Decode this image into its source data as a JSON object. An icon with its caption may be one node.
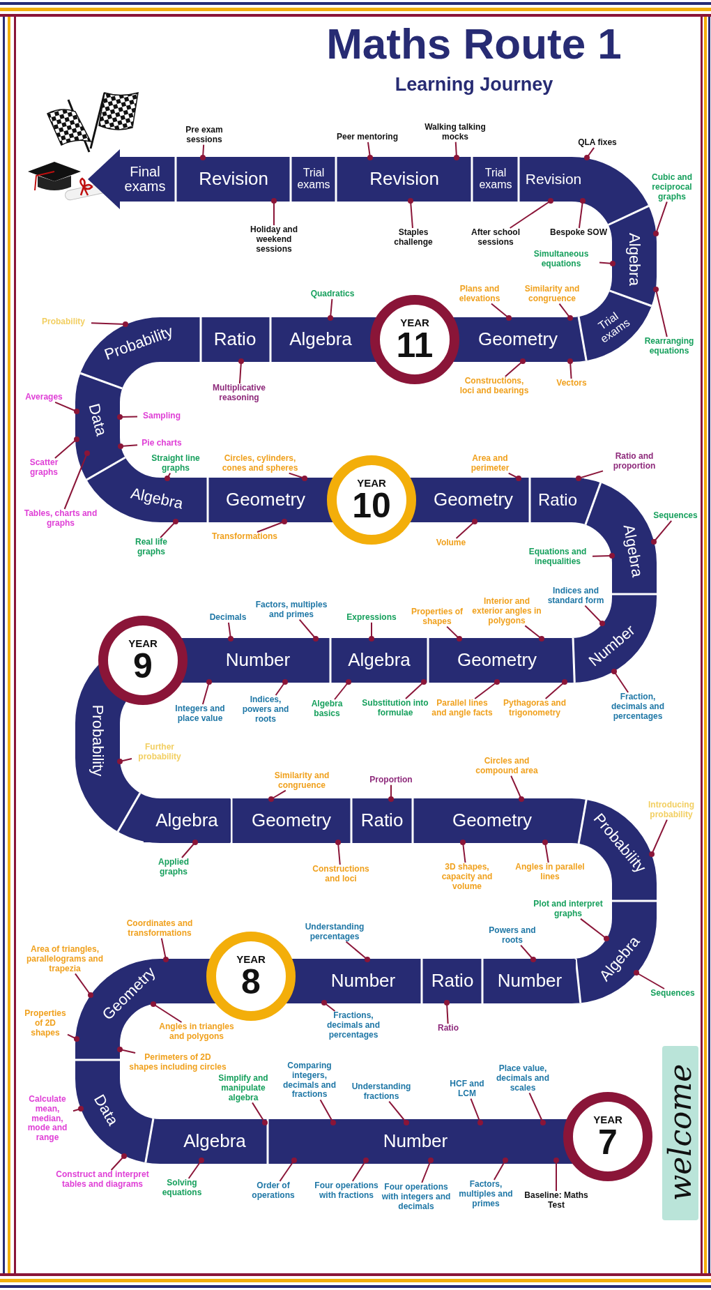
{
  "diagram": {
    "title": "Maths Route 1",
    "nodes": [
      {
        "text": [
          "Final exams"
        ]
      },
      {
        "text": [
          "Revision"
        ]
      },
      {
        "text": [
          "Trial exams"
        ]
      },
      {
        "text": [
          "Revision"
        ]
      },
      {
        "text": [
          "Trial exams"
        ]
      },
      {
        "text": [
          "Revision"
        ]
      },
      {
        "text": [
          "Algebra"
        ]
      },
      {
        "text": [
          "Trial exams"
        ]
      },
      {
        "text": [
          "Geometry"
        ]
      },
      {
        "text": [
          "YEAR",
          "11"
        ]
      },
      {
        "text": [
          "Algebra"
        ]
      },
      {
        "text": [
          "Ratio"
        ]
      },
      {
        "text": [
          "Probability"
        ]
      },
      {
        "text": [
          "Data"
        ]
      },
      {
        "text": [
          "Algebra"
        ]
      },
      {
        "text": [
          "Geometry"
        ]
      },
      {
        "text": [
          "YEAR",
          "10"
        ]
      },
      {
        "text": [
          "Geometry"
        ]
      },
      {
        "text": [
          "Ratio"
        ]
      },
      {
        "text": [
          "Algebra"
        ]
      },
      {
        "text": [
          "Number"
        ]
      },
      {
        "text": [
          "Geometry"
        ]
      },
      {
        "text": [
          "Algebra"
        ]
      },
      {
        "text": [
          "Number"
        ]
      },
      {
        "text": [
          "YEAR",
          "9"
        ]
      },
      {
        "text": [
          "Probability"
        ]
      },
      {
        "text": [
          "Algebra"
        ]
      },
      {
        "text": [
          "Geometry"
        ]
      },
      {
        "text": [
          "Ratio"
        ]
      },
      {
        "text": [
          "Geometry"
        ]
      },
      {
        "text": [
          "Probability"
        ]
      },
      {
        "text": [
          "Algebra"
        ]
      },
      {
        "text": [
          "Number"
        ]
      },
      {
        "text": [
          "Ratio"
        ]
      },
      {
        "text": [
          "Number"
        ]
      },
      {
        "text": [
          "YEAR",
          "8"
        ]
      },
      {
        "text": [
          "Geometry"
        ]
      },
      {
        "text": [
          "Data"
        ]
      },
      {
        "text": [
          "Algebra"
        ]
      },
      {
        "text": [
          "Number"
        ]
      },
      {
        "text": [
          "YEAR",
          "7"
        ]
      },
      {
        "text": [
          "Pre exam sessions"
        ]
      },
      {
        "text": [
          "Holiday and weekend sessions"
        ]
      },
      {
        "text": [
          "Peer mentoring"
        ]
      },
      {
        "text": [
          "Walking talking mocks"
        ]
      },
      {
        "text": [
          "Staples challenge"
        ]
      },
      {
        "text": [
          "QLA fixes"
        ]
      },
      {
        "text": [
          "After school sessions"
        ]
      },
      {
        "text": [
          "Bespoke SOW"
        ]
      },
      {
        "text": [
          "Cubic and reciprocal graphs"
        ]
      },
      {
        "text": [
          "Simultaneous equations"
        ]
      },
      {
        "text": [
          "Rearranging equations"
        ]
      },
      {
        "text": [
          "Quadratics"
        ]
      },
      {
        "text": [
          "Plans and elevations"
        ]
      },
      {
        "text": [
          "Similarity and congruence"
        ]
      },
      {
        "text": [
          "Constructions, loci and bearings"
        ]
      },
      {
        "text": [
          "Vectors"
        ]
      },
      {
        "text": [
          "Multiplicative reasoning"
        ]
      },
      {
        "text": [
          "Probability"
        ]
      },
      {
        "text": [
          "Averages"
        ]
      },
      {
        "text": [
          "Sampling"
        ]
      },
      {
        "text": [
          "Pie charts"
        ]
      },
      {
        "text": [
          "Scatter graphs"
        ]
      },
      {
        "text": [
          "Tables, charts and graphs"
        ]
      },
      {
        "text": [
          "Straight line graphs"
        ]
      },
      {
        "text": [
          "Real life graphs"
        ]
      },
      {
        "text": [
          "Circles, cylinders, cones and spheres"
        ]
      },
      {
        "text": [
          "Transformations"
        ]
      },
      {
        "text": [
          "Area and perimeter"
        ]
      },
      {
        "text": [
          "Volume"
        ]
      },
      {
        "text": [
          "Ratio and proportion"
        ]
      },
      {
        "text": [
          "Sequences"
        ]
      },
      {
        "text": [
          "Equations and inequalities"
        ]
      },
      {
        "text": [
          "Indices and standard form"
        ]
      },
      {
        "text": [
          "Fraction, decimals and percentages"
        ]
      },
      {
        "text": [
          "Decimals"
        ]
      },
      {
        "text": [
          "Factors, multiples and primes"
        ]
      },
      {
        "text": [
          "Integers and place value"
        ]
      },
      {
        "text": [
          "Indices, powers and roots"
        ]
      },
      {
        "text": [
          "Expressions"
        ]
      },
      {
        "text": [
          "Algebra basics"
        ]
      },
      {
        "text": [
          "Substitution into formulae"
        ]
      },
      {
        "text": [
          "Properties of shapes"
        ]
      },
      {
        "text": [
          "Interior and exterior angles in polygons"
        ]
      },
      {
        "text": [
          "Parallel lines and angle facts"
        ]
      },
      {
        "text": [
          "Pythagoras and trigonometry"
        ]
      },
      {
        "text": [
          "Further probability"
        ]
      },
      {
        "text": [
          "Applied graphs"
        ]
      },
      {
        "text": [
          "Similarity and congruence"
        ]
      },
      {
        "text": [
          "Constructions and loci"
        ]
      },
      {
        "text": [
          "Proportion"
        ]
      },
      {
        "text": [
          "Circles and compound area"
        ]
      },
      {
        "text": [
          "3D shapes, capacity and volume"
        ]
      },
      {
        "text": [
          "Angles in parallel lines"
        ]
      },
      {
        "text": [
          "Introducing probability"
        ]
      },
      {
        "text": [
          "Plot and interpret graphs"
        ]
      },
      {
        "text": [
          "Sequences"
        ]
      },
      {
        "text": [
          "Understanding percentages"
        ]
      },
      {
        "text": [
          "Fractions, decimals and percentages"
        ]
      },
      {
        "text": [
          "Ratio"
        ]
      },
      {
        "text": [
          "Powers and roots"
        ]
      },
      {
        "text": [
          "Coordinates and transformations"
        ]
      },
      {
        "text": [
          "Area of triangles, parallelograms and trapezia"
        ]
      },
      {
        "text": [
          "Properties of 2D shapes"
        ]
      },
      {
        "text": [
          "Angles in triangles and polygons"
        ]
      },
      {
        "text": [
          "Perimeters of 2D shapes including circles"
        ]
      },
      {
        "text": [
          "Calculate mean, median, mode and range"
        ]
      },
      {
        "text": [
          "Construct and interpret tables and diagrams"
        ]
      },
      {
        "text": [
          "Simplify and manipulate algebra"
        ]
      },
      {
        "text": [
          "Solving equations"
        ]
      },
      {
        "text": [
          "Comparing integers, decimals and fractions"
        ]
      },
      {
        "text": [
          "Understanding fractions"
        ]
      },
      {
        "text": [
          "Order of operations"
        ]
      },
      {
        "text": [
          "Four operations with fractions"
        ]
      },
      {
        "text": [
          "Four operations with integers and decimals"
        ]
      },
      {
        "text": [
          "HCF and LCM"
        ]
      },
      {
        "text": [
          "Place value, decimals and scales"
        ]
      },
      {
        "text": [
          "Factors, multiples and primes"
        ]
      },
      {
        "text": [
          "Baseline: Maths Test"
        ]
      }
    ],
    "edges": [
      {
        "from": 41,
        "to": 1,
        "arrow": "other"
      },
      {
        "from": 42,
        "to": 1,
        "arrow": "other"
      },
      {
        "from": 43,
        "to": 3,
        "arrow": "other"
      },
      {
        "from": 44,
        "to": 3,
        "arrow": "other"
      },
      {
        "from": 45,
        "to": 3,
        "arrow": "other"
      },
      {
        "from": 46,
        "to": 5,
        "arrow": "other"
      },
      {
        "from": 47,
        "to": 5,
        "arrow": "other"
      },
      {
        "from": 48,
        "to": 5,
        "arrow": "other"
      },
      {
        "from": 49,
        "to": 6,
        "arrow": "other"
      },
      {
        "from": 50,
        "to": 6,
        "arrow": "other"
      },
      {
        "from": 51,
        "to": 6,
        "arrow": "other"
      },
      {
        "from": 52,
        "to": 10,
        "arrow": "other"
      },
      {
        "from": 53,
        "to": 8,
        "arrow": "other"
      },
      {
        "from": 54,
        "to": 8,
        "arrow": "other"
      },
      {
        "from": 55,
        "to": 8,
        "arrow": "other"
      },
      {
        "from": 56,
        "to": 8,
        "arrow": "other"
      },
      {
        "from": 57,
        "to": 11,
        "arrow": "other"
      },
      {
        "from": 58,
        "to": 12,
        "arrow": "other"
      },
      {
        "from": 59,
        "to": 13,
        "arrow": "other"
      },
      {
        "from": 60,
        "to": 13,
        "arrow": "other"
      },
      {
        "from": 61,
        "to": 13,
        "arrow": "other"
      },
      {
        "from": 62,
        "to": 13,
        "arrow": "other"
      },
      {
        "from": 63,
        "to": 13,
        "arrow": "other"
      },
      {
        "from": 64,
        "to": 14,
        "arrow": "other"
      },
      {
        "from": 65,
        "to": 14,
        "arrow": "other"
      },
      {
        "from": 66,
        "to": 15,
        "arrow": "other"
      },
      {
        "from": 67,
        "to": 15,
        "arrow": "other"
      },
      {
        "from": 68,
        "to": 17,
        "arrow": "other"
      },
      {
        "from": 69,
        "to": 17,
        "arrow": "other"
      },
      {
        "from": 70,
        "to": 18,
        "arrow": "other"
      },
      {
        "from": 71,
        "to": 19,
        "arrow": "other"
      },
      {
        "from": 72,
        "to": 19,
        "arrow": "other"
      },
      {
        "from": 73,
        "to": 20,
        "arrow": "other"
      },
      {
        "from": 74,
        "to": 20,
        "arrow": "other"
      },
      {
        "from": 75,
        "to": 23,
        "arrow": "other"
      },
      {
        "from": 76,
        "to": 23,
        "arrow": "other"
      },
      {
        "from": 77,
        "to": 23,
        "arrow": "other"
      },
      {
        "from": 78,
        "to": 23,
        "arrow": "other"
      },
      {
        "from": 79,
        "to": 22,
        "arrow": "other"
      },
      {
        "from": 80,
        "to": 22,
        "arrow": "other"
      },
      {
        "from": 81,
        "to": 22,
        "arrow": "other"
      },
      {
        "from": 82,
        "to": 21,
        "arrow": "other"
      },
      {
        "from": 83,
        "to": 21,
        "arrow": "other"
      },
      {
        "from": 84,
        "to": 21,
        "arrow": "other"
      },
      {
        "from": 85,
        "to": 21,
        "arrow": "other"
      },
      {
        "from": 86,
        "to": 25,
        "arrow": "other"
      },
      {
        "from": 87,
        "to": 26,
        "arrow": "other"
      },
      {
        "from": 88,
        "to": 27,
        "arrow": "other"
      },
      {
        "from": 89,
        "to": 27,
        "arrow": "other"
      },
      {
        "from": 90,
        "to": 28,
        "arrow": "other"
      },
      {
        "from": 91,
        "to": 29,
        "arrow": "other"
      },
      {
        "from": 92,
        "to": 29,
        "arrow": "other"
      },
      {
        "from": 93,
        "to": 29,
        "arrow": "other"
      },
      {
        "from": 94,
        "to": 30,
        "arrow": "other"
      },
      {
        "from": 95,
        "to": 31,
        "arrow": "other"
      },
      {
        "from": 96,
        "to": 31,
        "arrow": "other"
      },
      {
        "from": 97,
        "to": 32,
        "arrow": "other"
      },
      {
        "from": 98,
        "to": 32,
        "arrow": "other"
      },
      {
        "from": 99,
        "to": 33,
        "arrow": "other"
      },
      {
        "from": 100,
        "to": 34,
        "arrow": "other"
      },
      {
        "from": 101,
        "to": 36,
        "arrow": "other"
      },
      {
        "from": 102,
        "to": 36,
        "arrow": "other"
      },
      {
        "from": 103,
        "to": 36,
        "arrow": "other"
      },
      {
        "from": 104,
        "to": 36,
        "arrow": "other"
      },
      {
        "from": 105,
        "to": 36,
        "arrow": "other"
      },
      {
        "from": 106,
        "to": 37,
        "arrow": "other"
      },
      {
        "from": 107,
        "to": 37,
        "arrow": "other"
      },
      {
        "from": 108,
        "to": 38,
        "arrow": "other"
      },
      {
        "from": 109,
        "to": 38,
        "arrow": "other"
      },
      {
        "from": 110,
        "to": 39,
        "arrow": "other"
      },
      {
        "from": 111,
        "to": 39,
        "arrow": "other"
      },
      {
        "from": 112,
        "to": 39,
        "arrow": "other"
      },
      {
        "from": 113,
        "to": 39,
        "arrow": "other"
      },
      {
        "from": 114,
        "to": 39,
        "arrow": "other"
      },
      {
        "from": 115,
        "to": 39,
        "arrow": "other"
      },
      {
        "from": 116,
        "to": 39,
        "arrow": "other"
      },
      {
        "from": 117,
        "to": 39,
        "arrow": "other"
      },
      {
        "from": 118,
        "to": 39,
        "arrow": "other"
      }
    ],
    "labels": [
      "Learning Journey",
      "welcome"
    ]
  }
}
